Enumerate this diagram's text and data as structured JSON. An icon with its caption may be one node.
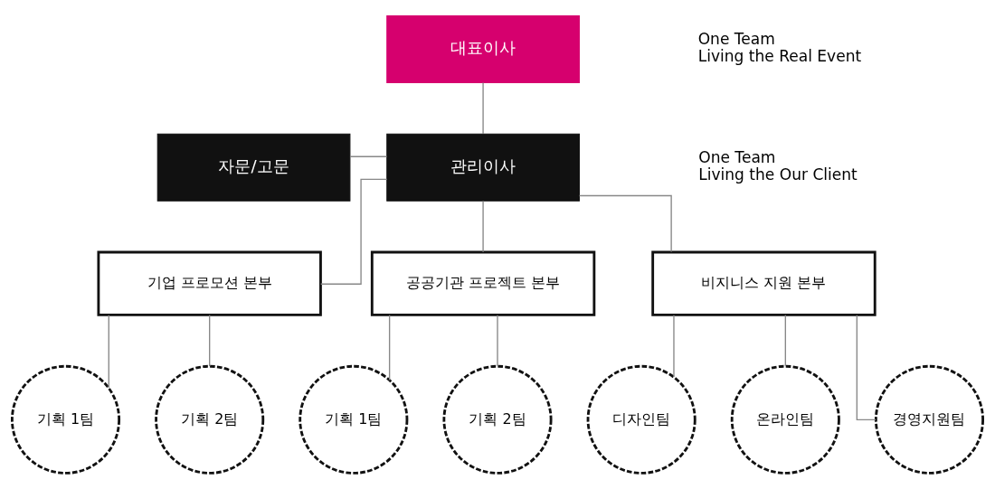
{
  "diagram": {
    "nodes": [
      {
        "text": [
          "대표이사"
        ],
        "beside": [
          "One Team",
          "Living the Real Event"
        ]
      },
      {
        "text": [
          "자문/고문"
        ]
      },
      {
        "text": [
          "관리이사"
        ],
        "beside": [
          "One Team",
          "Living the Our Client"
        ]
      },
      {
        "text": [
          "기업 프로모션 본부"
        ]
      },
      {
        "text": [
          "공공기관 프로젝트 본부"
        ]
      },
      {
        "text": [
          "비지니스 지원 본부"
        ]
      },
      {
        "text": [
          "기획 1팀"
        ]
      },
      {
        "text": [
          "기획 2팀"
        ]
      },
      {
        "text": [
          "기획 1팀"
        ]
      },
      {
        "text": [
          "기획 2팀"
        ]
      },
      {
        "text": [
          "디자인팀"
        ]
      },
      {
        "text": [
          "온라인팀"
        ]
      },
      {
        "text": [
          "경영지원팀"
        ]
      }
    ],
    "edges": [
      {
        "from": 0,
        "to": 2,
        "arrow": "none"
      },
      {
        "from": 1,
        "to": 2,
        "arrow": "none"
      },
      {
        "from": 2,
        "to": 3,
        "arrow": "none"
      },
      {
        "from": 2,
        "to": 4,
        "arrow": "none"
      },
      {
        "from": 2,
        "to": 5,
        "arrow": "none"
      },
      {
        "from": 3,
        "to": 6,
        "arrow": "none"
      },
      {
        "from": 3,
        "to": 7,
        "arrow": "none"
      },
      {
        "from": 4,
        "to": 8,
        "arrow": "none"
      },
      {
        "from": 4,
        "to": 9,
        "arrow": "none"
      },
      {
        "from": 5,
        "to": 10,
        "arrow": "none"
      },
      {
        "from": 5,
        "to": 11,
        "arrow": "none"
      },
      {
        "from": 5,
        "to": 12,
        "arrow": "none"
      }
    ]
  }
}
